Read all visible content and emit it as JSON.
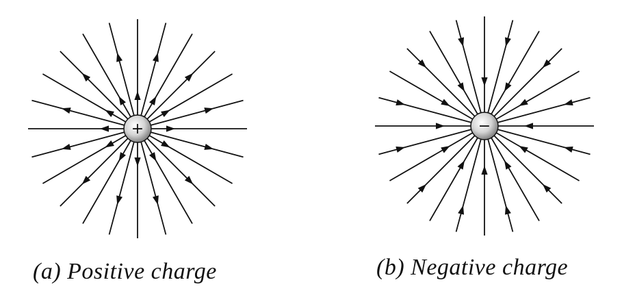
{
  "diagrams": [
    {
      "id": "a",
      "charge_sign": "+",
      "caption": "(a) Positive charge",
      "field_direction": "outward",
      "field_line_count": 24
    },
    {
      "id": "b",
      "charge_sign": "−",
      "caption": "(b) Negative charge",
      "field_direction": "inward",
      "field_line_count": 24
    }
  ],
  "colors": {
    "line": "#111111",
    "background": "#ffffff",
    "charge_light": "#ffffff",
    "charge_dark": "#8a8a8a"
  }
}
